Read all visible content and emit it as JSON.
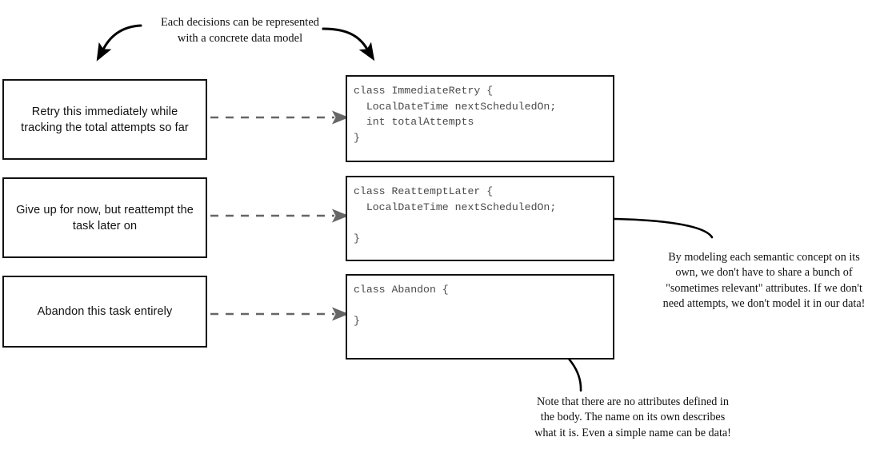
{
  "diagram": {
    "title": "Each decision can be represented with a concrete data model",
    "colors": {
      "box_border": "#111111",
      "code_text": "#4a4a4a",
      "dashed_arrow": "#666666",
      "curved_arrow": "#000000",
      "background": "#ffffff"
    }
  },
  "annotations": {
    "top": "Each  decisions can be represented\nwith a concrete data model",
    "right": "By modeling each semantic concept on its\nown, we don't have to share a bunch of\n\"sometimes relevant\" attributes. If we don't\nneed attempts, we don't model it in our data!",
    "bottom": "Note that there are no attributes defined in\nthe body. The name on its own describes\nwhat it is. Even a simple name can be data!"
  },
  "decisions": [
    {
      "id": "immediate-retry",
      "text": "Retry this immediately while\ntracking the total attempts so far"
    },
    {
      "id": "reattempt-later",
      "text": "Give up for now, but reattempt the\ntask later on"
    },
    {
      "id": "abandon",
      "text": "Abandon this task entirely"
    }
  ],
  "code_blocks": [
    {
      "id": "immediate-retry-class",
      "class_name": "ImmediateRetry",
      "code": "class ImmediateRetry {\n  LocalDateTime nextScheduledOn;\n  int totalAttempts\n}"
    },
    {
      "id": "reattempt-later-class",
      "class_name": "ReattemptLater",
      "code": "class ReattemptLater {\n  LocalDateTime nextScheduledOn;\n\n}"
    },
    {
      "id": "abandon-class",
      "class_name": "Abandon",
      "code": "class Abandon {\n\n}"
    }
  ],
  "connectors": [
    {
      "id": "decision-1-to-code-1",
      "style": "dashed",
      "direction": "left-to-right"
    },
    {
      "id": "decision-2-to-code-2",
      "style": "dashed",
      "direction": "left-to-right"
    },
    {
      "id": "decision-3-to-code-3",
      "style": "dashed",
      "direction": "left-to-right"
    },
    {
      "id": "top-note-to-decision-1",
      "style": "curved-solid",
      "direction": "down-left"
    },
    {
      "id": "top-note-to-code-1",
      "style": "curved-solid",
      "direction": "down-right"
    },
    {
      "id": "right-note-to-code-2",
      "style": "curved-solid",
      "direction": "right-to-left"
    },
    {
      "id": "bottom-note-to-code-3",
      "style": "curved-solid",
      "direction": "up-left"
    }
  ]
}
